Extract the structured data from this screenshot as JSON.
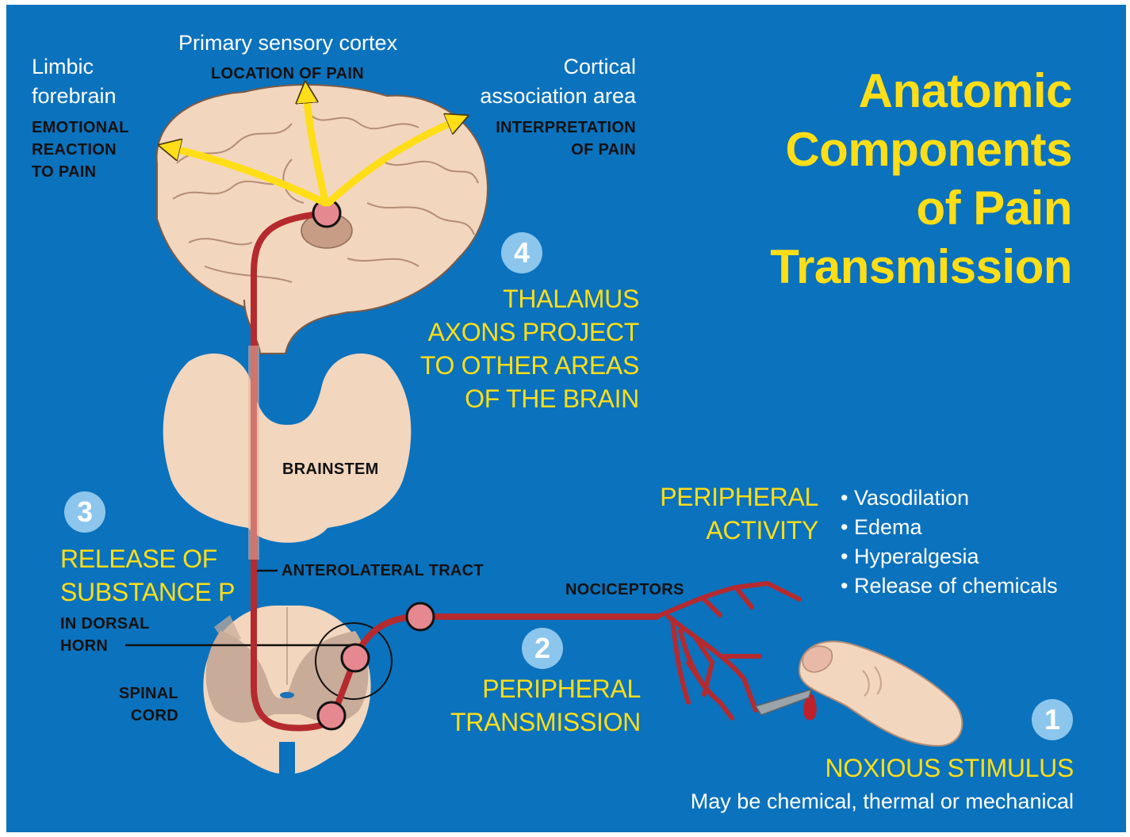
{
  "title": [
    "Anatomic",
    "Components",
    "of Pain",
    "Transmission"
  ],
  "brain_labels": {
    "limbic": [
      "Limbic",
      "forebrain"
    ],
    "limbic_caption": [
      "EMOTIONAL",
      "REACTION",
      "TO PAIN"
    ],
    "primary": "Primary sensory cortex",
    "primary_caption": "LOCATION OF PAIN",
    "cortical": [
      "Cortical",
      "association area"
    ],
    "cortical_caption": [
      "INTERPRETATION",
      "OF PAIN"
    ]
  },
  "steps": [
    {
      "number": "1",
      "heading": [
        "NOXIOUS STIMULUS"
      ],
      "note": "May be chemical, thermal or mechanical"
    },
    {
      "number": "2",
      "heading": [
        "PERIPHERAL",
        "TRANSMISSION"
      ]
    },
    {
      "number": "3",
      "heading": [
        "RELEASE OF",
        "SUBSTANCE P"
      ]
    },
    {
      "number": "4",
      "heading": [
        "THALAMUS",
        "AXONS PROJECT",
        "TO OTHER AREAS",
        "OF THE BRAIN"
      ]
    }
  ],
  "anatomy_labels": {
    "brainstem": "BRAINSTEM",
    "tract": "ANTEROLATERAL TRACT",
    "nociceptors": "NOCICEPTORS",
    "dorsal_horn": [
      "IN DORSAL",
      "HORN"
    ],
    "spinal_cord": [
      "SPINAL",
      "CORD"
    ]
  },
  "peripheral_activity": {
    "heading": [
      "PERIPHERAL",
      "ACTIVITY"
    ],
    "items": [
      "Vasodilation",
      "Edema",
      "Hyperalgesia",
      "Release of chemicals"
    ]
  },
  "colors": {
    "background": "#0b72bd",
    "accent": "#ffde17",
    "tissue": "#f2d6bd",
    "nerve": "#b52a2e",
    "synapse": "#e58890",
    "number_badge": "#8cc6ec"
  }
}
